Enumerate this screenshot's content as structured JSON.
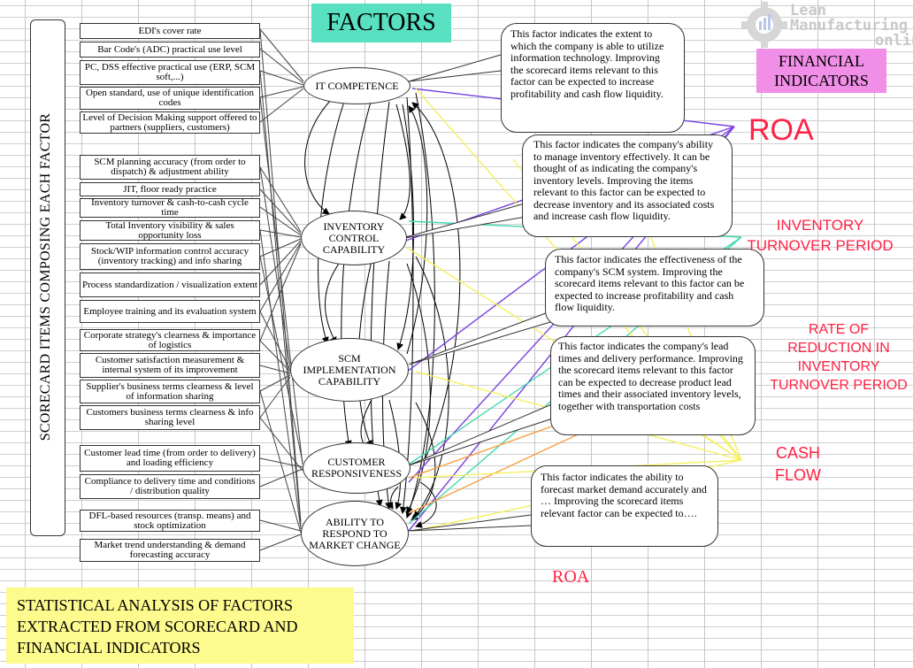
{
  "title": "FACTORS",
  "scroll_label": "SCORECARD ITEMS COMPOSING EACH FACTOR",
  "items": [
    "EDI's cover rate",
    "Bar Code's (ADC) practical use level",
    "PC, DSS effective practical use (ERP, SCM soft,...)",
    "Open standard, use of unique identification codes",
    "Level of Decision Making support offered to partners (suppliers, customers)",
    "SCM planning accuracy (from order to dispatch) & adjustment ability",
    "JIT, floor ready practice",
    "Inventory turnover & cash-to-cash cycle time",
    "Total Inventory visibility  & sales opportunity loss",
    "Stock/WIP information control accuracy (inventory tracking) and info sharing",
    "Process standardization / visualization extent",
    "Employee training and its evaluation system",
    "Corporate strategy's clearness & importance of logistics",
    "Customer satisfaction measurement & internal system of its improvement",
    "Supplier's business terms clearness & level of information sharing",
    "Customers business terms clearness & info sharing level",
    "Customer lead time (from order to delivery) and loading efficiency",
    "Compliance to delivery time and conditions / distribution quality",
    "DFL-based resources (transp. means) and stock optimization",
    "Market trend understanding & demand forecasting accuracy"
  ],
  "factors": [
    {
      "label": "IT COMPETENCE"
    },
    {
      "label": "INVENTORY CONTROL CAPABILITY"
    },
    {
      "label": "SCM IMPLEMENTATION CAPABILITY"
    },
    {
      "label": "CUSTOMER RESPONSIVENESS"
    },
    {
      "label": "ABILITY TO RESPOND TO MARKET CHANGE"
    }
  ],
  "callouts": [
    "This factor indicates the extent to which the company is able to utilize information technology. Improving the scorecard items relevant to this factor can be expected to increase profitability and cash flow liquidity.",
    "This factor indicates the company's ability to manage inventory effectively. It can be thought of as indicating the company's inventory levels.  Improving the items relevant to this factor can be expected to decrease inventory and its associated costs and increase cash flow liquidity.",
    "This factor indicates the effectiveness of the company's SCM system. Improving the scorecard items relevant to this factor can be expected to increase profitability and cash flow liquidity.",
    "This factor indicates the company's lead times and delivery performance. Improving the scorecard items relevant to this factor can be expected to decrease product lead times and their associated inventory levels, together with transportation costs",
    "This factor indicates the ability to forecast market demand accurately and …  Improving the scorecard items relevant factor can be expected to…."
  ],
  "financial": {
    "header": "FINANCIAL INDICATORS",
    "roa": "ROA",
    "inventory_turnover": "INVENTORY TURNOVER PERIOD",
    "rate_reduction": "RATE OF REDUCTION IN INVENTORY TURNOVER PERIOD",
    "cash_flow": "CASH FLOW",
    "roa_bottom": "ROA"
  },
  "bottom_box": "STATISTICAL ANALYSIS OF FACTORS EXTRACTED FROM SCORECARD AND FINANCIAL INDICATORS",
  "logo": {
    "line1": "Lean",
    "line2": "Manufacturing",
    "line3": "online"
  },
  "colors": {
    "factors_bg": "#58e0c0",
    "financial_bg": "#f08ee8",
    "bottom_bg": "#fdfa8e",
    "financial_text": "#ff2244",
    "line_purple": "#7a3fe0",
    "line_yellow": "#f5f060",
    "line_teal": "#40d8b0",
    "line_orange": "#f8a040"
  }
}
